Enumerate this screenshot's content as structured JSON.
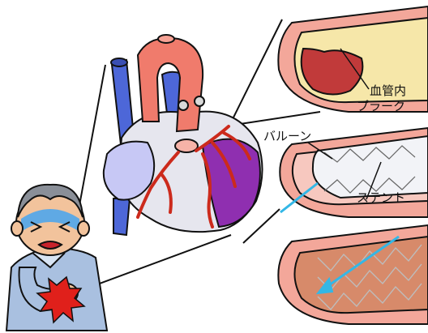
{
  "labels": {
    "plaque_line1": "血管内",
    "plaque_line2": "プラーク",
    "balloon": "バルーン",
    "stent": "ステント"
  },
  "colors": {
    "outline": "#111111",
    "vessel_wall": "#f3a79a",
    "vessel_lumen": "#c13a3a",
    "plaque": "#f6e7a9",
    "aorta": "#f07b6c",
    "vena_cava": "#4d67d8",
    "right_atrium": "#c7c8f5",
    "ventricle_purple": "#8f2fb0",
    "coronary_artery": "#cc2a1c",
    "balloon": "#f2f3f7",
    "stent_arrow": "#33b7e6",
    "patient_hair": "#8a8f98",
    "patient_face_shade": "#5fa9e4",
    "patient_shirt": "#a9c0e0",
    "pain_burst": "#e0201b"
  }
}
